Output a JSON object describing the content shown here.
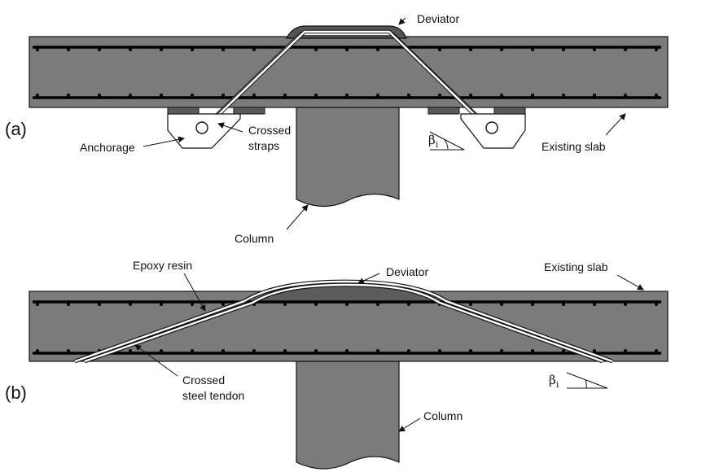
{
  "colors": {
    "slab": "#7b7b7b",
    "column": "#7b7b7b",
    "deviator": "#555555",
    "anchor_plate": "#5a5a5a",
    "anchorage_body": "#ffffff",
    "rebar": "#000000",
    "tendon": "#ffffff",
    "outline": "#111111"
  },
  "panel_a": {
    "tag": "(a)",
    "deviator": "Deviator",
    "anchorage": "Anchorage",
    "crossed_straps": [
      "Crossed",
      "straps"
    ],
    "existing_slab": "Existing slab",
    "column": "Column",
    "angle_symbol": "β",
    "angle_subscript": "i"
  },
  "panel_b": {
    "tag": "(b)",
    "epoxy_resin": "Epoxy resin",
    "deviator": "Deviator",
    "existing_slab": "Existing slab",
    "crossed_tendon": [
      "Crossed",
      "steel tendon"
    ],
    "column": "Column",
    "angle_symbol": "β",
    "angle_subscript": "i"
  }
}
